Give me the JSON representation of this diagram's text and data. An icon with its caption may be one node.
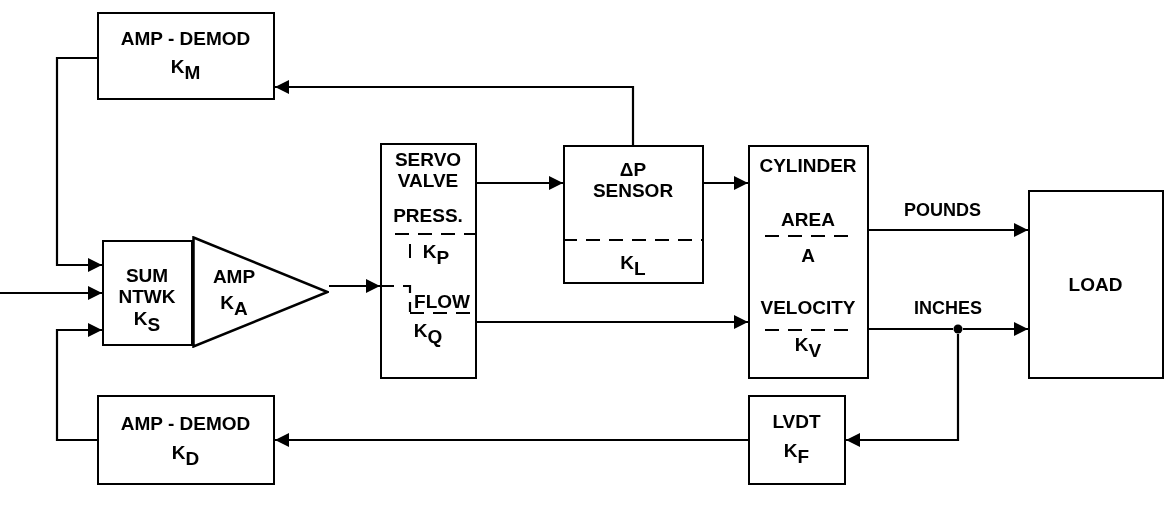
{
  "diagram": {
    "nodes": [
      {
        "text": [
          "AMP - DEMOD",
          "K$_{M}$"
        ]
      },
      {
        "text": [
          "SUM NTWK",
          "K$_{S}$"
        ]
      },
      {
        "text": [
          "AMP",
          "K$_{A}$"
        ]
      },
      {
        "text": [
          "SERVO VALVE",
          "PRESS.",
          "K$_{P}$",
          "FLOW",
          "K$_{Q}$"
        ]
      },
      {
        "text": [
          "ΔP SENSOR",
          "K$_{L}$"
        ]
      },
      {
        "text": [
          "CYLINDER",
          "AREA",
          "A",
          "VELOCITY",
          "K$_{V}$"
        ]
      },
      {
        "text": [
          "LOAD"
        ]
      },
      {
        "text": [
          "LVDT",
          "K$_{F}$"
        ]
      },
      {
        "text": [
          "AMP - DEMOD",
          "K$_{D}$"
        ]
      },
      {
        "text": [],
        "shape": "circle"
      }
    ],
    "edges": [
      {
        "from": null,
        "to": 1,
        "arrow": "to"
      },
      {
        "from": 0,
        "to": 1,
        "arrow": "to"
      },
      {
        "from": 4,
        "to": 0,
        "arrow": "to"
      },
      {
        "from": 2,
        "to": 3,
        "arrow": "to"
      },
      {
        "from": 3,
        "to": 4,
        "arrow": "to"
      },
      {
        "from": 4,
        "to": 5,
        "arrow": "to"
      },
      {
        "from": 3,
        "to": 5,
        "arrow": "to"
      },
      {
        "from": 5,
        "to": 6,
        "arrow": "to",
        "label": "POUNDS"
      },
      {
        "from": 5,
        "to": 9,
        "arrow": "none",
        "label": "INCHES"
      },
      {
        "from": 9,
        "to": 6,
        "arrow": "to"
      },
      {
        "from": 9,
        "to": 7,
        "arrow": "to"
      },
      {
        "from": 7,
        "to": 8,
        "arrow": "to"
      },
      {
        "from": 8,
        "to": 1,
        "arrow": "to"
      }
    ]
  }
}
